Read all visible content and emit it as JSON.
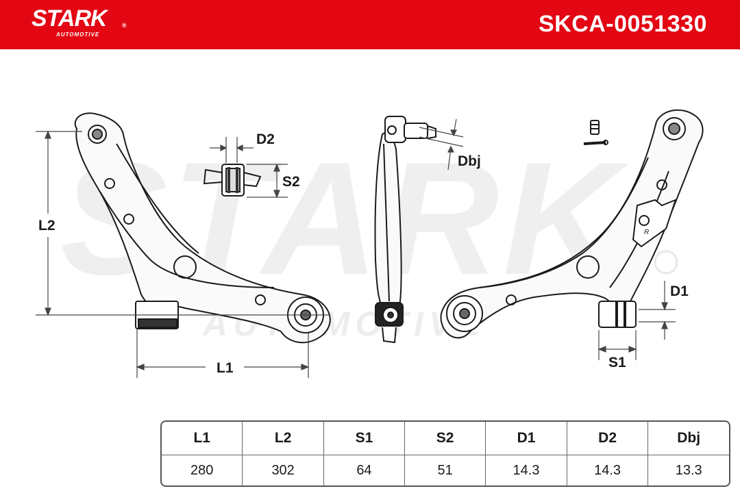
{
  "header": {
    "brand": "STARK",
    "brand_reg": "®",
    "brand_sub": "AUTOMOTIVE",
    "part_code": "SKCA-0051330",
    "color": "#e30613"
  },
  "watermark": {
    "main": "STARK",
    "sub": "AUTOMOTIVE",
    "reg": "®"
  },
  "dimension_labels": {
    "l1": "L1",
    "l2": "L2",
    "s1": "S1",
    "s2": "S2",
    "d1": "D1",
    "d2": "D2",
    "dbj": "Dbj"
  },
  "spec_table": {
    "headers": [
      "L1",
      "L2",
      "S1",
      "S2",
      "D1",
      "D2",
      "Dbj"
    ],
    "values": [
      "280",
      "302",
      "64",
      "51",
      "14.3",
      "14.3",
      "13.3"
    ]
  },
  "icons": [
    "bolt-icon",
    "side-marker-r-icon"
  ]
}
